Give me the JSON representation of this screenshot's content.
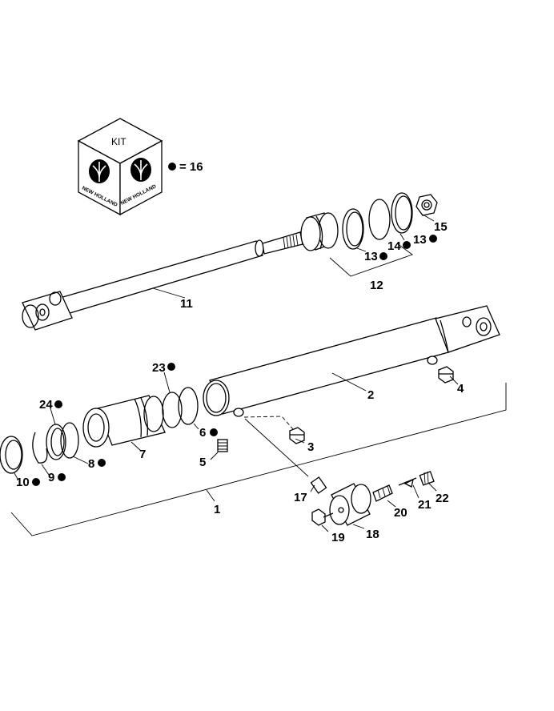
{
  "kit": {
    "title": "KIT",
    "brand_left": "NEW HOLLAND",
    "brand_right": "NEW HOLLAND",
    "legend_value": "= 16"
  },
  "callouts": [
    {
      "id": "c1",
      "text": "1",
      "dot": false
    },
    {
      "id": "c2",
      "text": "2",
      "dot": false
    },
    {
      "id": "c3",
      "text": "3",
      "dot": false
    },
    {
      "id": "c4",
      "text": "4",
      "dot": false
    },
    {
      "id": "c5",
      "text": "5",
      "dot": false
    },
    {
      "id": "c6",
      "text": "6",
      "dot": true
    },
    {
      "id": "c7",
      "text": "7",
      "dot": false
    },
    {
      "id": "c8",
      "text": "8",
      "dot": true
    },
    {
      "id": "c9",
      "text": "9",
      "dot": true
    },
    {
      "id": "c10",
      "text": "10",
      "dot": true
    },
    {
      "id": "c11",
      "text": "11",
      "dot": false
    },
    {
      "id": "c12",
      "text": "12",
      "dot": false
    },
    {
      "id": "c13a",
      "text": "13",
      "dot": true
    },
    {
      "id": "c13b",
      "text": "13",
      "dot": true
    },
    {
      "id": "c14",
      "text": "14",
      "dot": true
    },
    {
      "id": "c15",
      "text": "15",
      "dot": false
    },
    {
      "id": "c17",
      "text": "17",
      "dot": false
    },
    {
      "id": "c18",
      "text": "18",
      "dot": false
    },
    {
      "id": "c19",
      "text": "19",
      "dot": false
    },
    {
      "id": "c20",
      "text": "20",
      "dot": false
    },
    {
      "id": "c21",
      "text": "21",
      "dot": false
    },
    {
      "id": "c22",
      "text": "22",
      "dot": false
    },
    {
      "id": "c23",
      "text": "23",
      "dot": true
    },
    {
      "id": "c24",
      "text": "24",
      "dot": true
    }
  ]
}
